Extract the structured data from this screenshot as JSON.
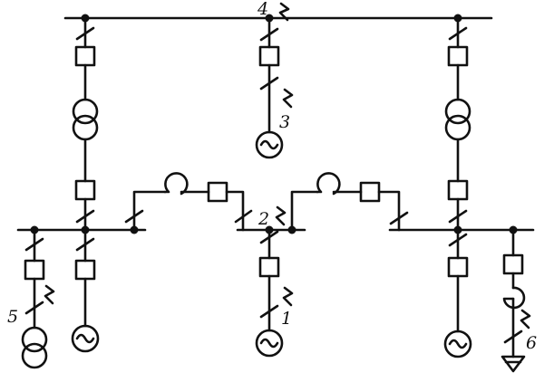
{
  "labels": {
    "k1": "1",
    "k2": "2",
    "k3": "3",
    "k4": "4",
    "k5": "5",
    "k6": "6"
  },
  "symbols": [
    "busbar",
    "circuit-breaker",
    "disconnector",
    "two-winding-transformer",
    "generator",
    "reactor",
    "load",
    "short-circuit-point"
  ]
}
